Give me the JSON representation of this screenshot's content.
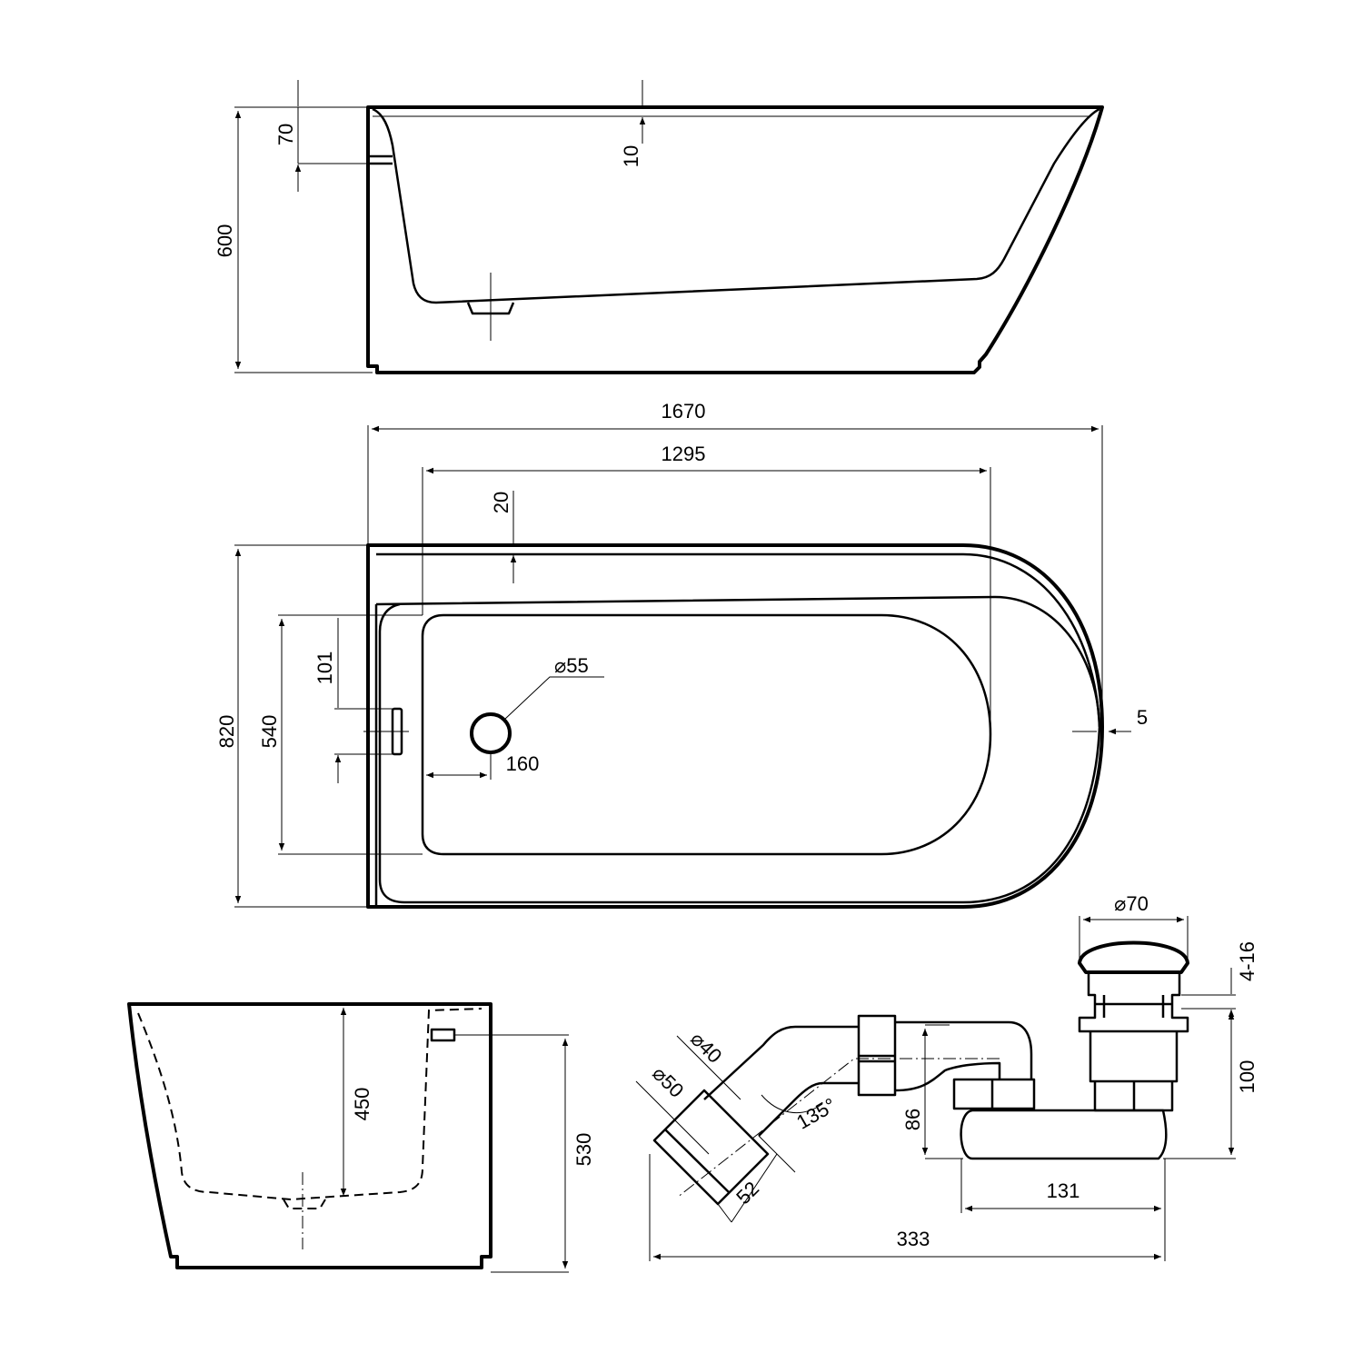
{
  "side_view": {
    "rim_height": "70",
    "rim_thickness": "10",
    "total_height": "600"
  },
  "plan_view": {
    "total_length": "1670",
    "basin_length": "1295",
    "rim_offset": "20",
    "total_width": "820",
    "basin_width": "540",
    "overflow_height": "101",
    "drain_diameter": "⌀55",
    "drain_offset": "160",
    "edge_offset": "5"
  },
  "end_view": {
    "inner_depth": "450",
    "overflow_height": "530"
  },
  "drain_assembly": {
    "plug_diameter": "⌀70",
    "plug_adjust": "4-16",
    "height": "100",
    "outlet_height": "86",
    "pipe_diameter_40": "⌀40",
    "pipe_diameter_50": "⌀50",
    "angle": "135°",
    "outlet_length": "52",
    "trap_length": "131",
    "total_length": "333"
  }
}
